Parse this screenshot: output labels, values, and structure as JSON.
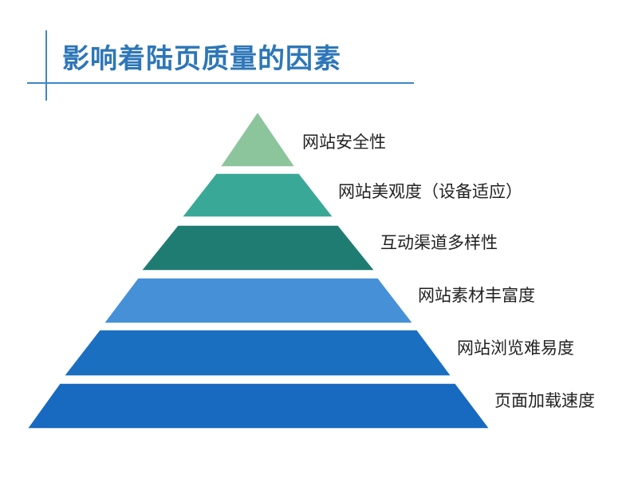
{
  "title": "影响着陆页质量的因素",
  "accent_color": "#3f86c8",
  "title_color": "#2d76b8",
  "levels": [
    {
      "label": "网站安全性",
      "color": "#8cc59c"
    },
    {
      "label": "网站美观度（设备适应）",
      "color": "#3aa897"
    },
    {
      "label": "互动渠道多样性",
      "color": "#1f7c73"
    },
    {
      "label": "网站素材丰富度",
      "color": "#4690d8"
    },
    {
      "label": "网站浏览难易度",
      "color": "#1a6fc1"
    },
    {
      "label": "页面加载速度",
      "color": "#1869c0"
    }
  ]
}
